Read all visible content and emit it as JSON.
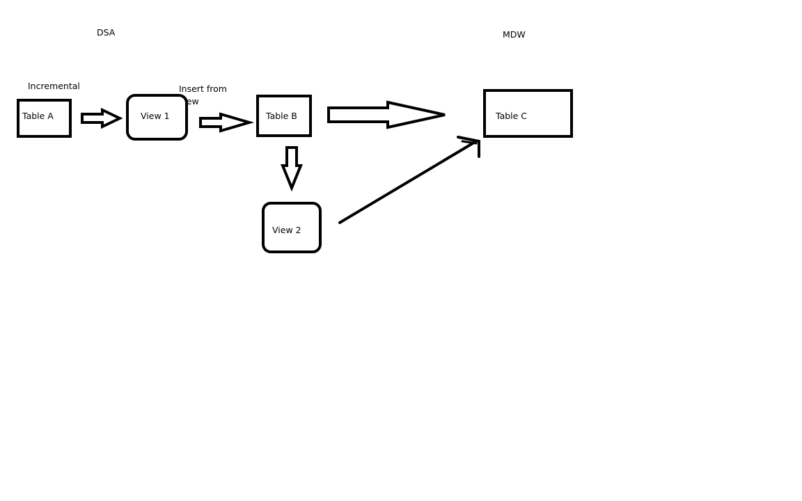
{
  "sections": {
    "dsa": "DSA",
    "mdw": "MDW"
  },
  "annotations": {
    "incremental": "Incremental",
    "insert_from_view": "Insert from view"
  },
  "nodes": {
    "table_a": "Table A",
    "view_1": "View 1",
    "table_b": "Table B",
    "view_2": "View 2",
    "table_c": "Table C"
  }
}
